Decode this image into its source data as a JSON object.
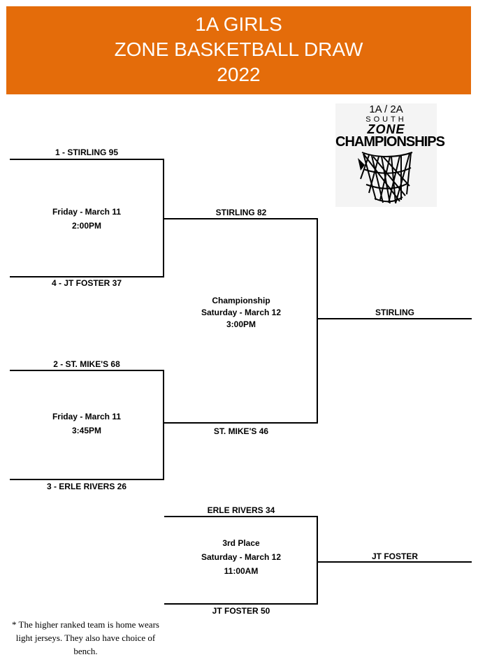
{
  "header": {
    "line1": "1A GIRLS",
    "line2": "ZONE BASKETBALL DRAW",
    "line3": "2022"
  },
  "logo": {
    "line1": "1A / 2A",
    "line2": "SOUTH",
    "line3": "ZONE",
    "line4": "CHAMPIONSHIPS",
    "icon": "basketball-net-icon"
  },
  "semifinal1": {
    "top_team": "1 - STIRLING 95",
    "bottom_team": "4 - JT FOSTER 37",
    "day": "Friday - March 11",
    "time": "2:00PM"
  },
  "semifinal2": {
    "top_team": "2 - ST. MIKE'S 68",
    "bottom_team": "3 - ERLE RIVERS 26",
    "day": "Friday - March 11",
    "time": "3:45PM"
  },
  "championship": {
    "top_team": "STIRLING 82",
    "bottom_team": "ST. MIKE'S 46",
    "title": "Championship",
    "day": "Saturday - March 12",
    "time": "3:00PM",
    "winner": "STIRLING"
  },
  "third_place": {
    "top_team": "ERLE RIVERS 34",
    "bottom_team": "JT FOSTER 50",
    "title": "3rd Place",
    "day": "Saturday - March 12",
    "time": "11:00AM",
    "winner": "JT FOSTER"
  },
  "footnote": "* The higher ranked team is home wears light jerseys.  They also have choice of bench.",
  "colors": {
    "banner": "#e46c0a"
  }
}
